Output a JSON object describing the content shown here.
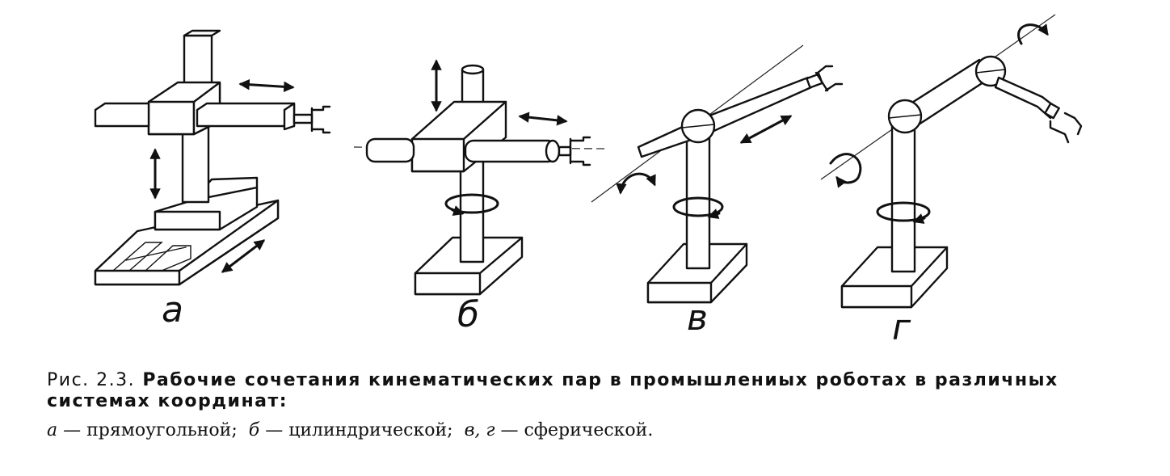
{
  "figure": {
    "panels": [
      {
        "id": "a",
        "label": "а"
      },
      {
        "id": "b",
        "label": "б"
      },
      {
        "id": "v",
        "label": "в"
      },
      {
        "id": "g",
        "label": "г"
      }
    ]
  },
  "caption": {
    "number": "Рис. 2.3.",
    "line1": "Рабочие сочетания кинематических пар в промышлениых роботах в различных",
    "line2": "системах координат:",
    "legend": [
      {
        "key": "а",
        "text": "— прямоугольной;"
      },
      {
        "key": "б",
        "text": "— цилиндрической;"
      },
      {
        "key": "в, г",
        "text": "— сферической."
      }
    ]
  }
}
